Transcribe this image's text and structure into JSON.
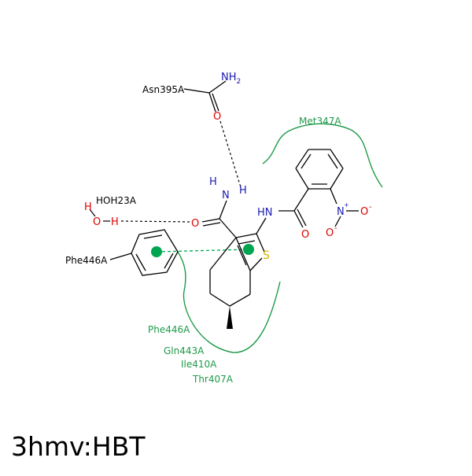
{
  "title": "3hmv:HBT",
  "residues": {
    "asn": "Asn395A",
    "met": "Met347A",
    "hoh": "HOH23A",
    "phe_left": "Phe446A",
    "phe_bottom": "Phe446A",
    "gln": "Gln443A",
    "ile": "Ile410A",
    "thr": "Thr407A"
  },
  "atoms": {
    "nh2": "NH",
    "nh2_sub": "2",
    "o_asn": "O",
    "n_amide": "N",
    "h_amide_a": "H",
    "h_amide_b": "H",
    "h_water_top": "H",
    "o_water": "O",
    "h_water": "H",
    "o_carbonyl": "O",
    "nh_link": "HN",
    "o_link": "O",
    "s_ring": "S",
    "n_nitro": "N",
    "o_nitro_a": "O",
    "o_nitro_b": "O",
    "minus_a": "-",
    "minus_b": "-",
    "plus_n": "+"
  },
  "colors": {
    "bond": "#000000",
    "nitrogen": "#1a1ab3",
    "oxygen": "#e00000",
    "sulfur": "#d4b100",
    "hydrophobic": "#1f9a4a",
    "pi": "#00a550"
  }
}
